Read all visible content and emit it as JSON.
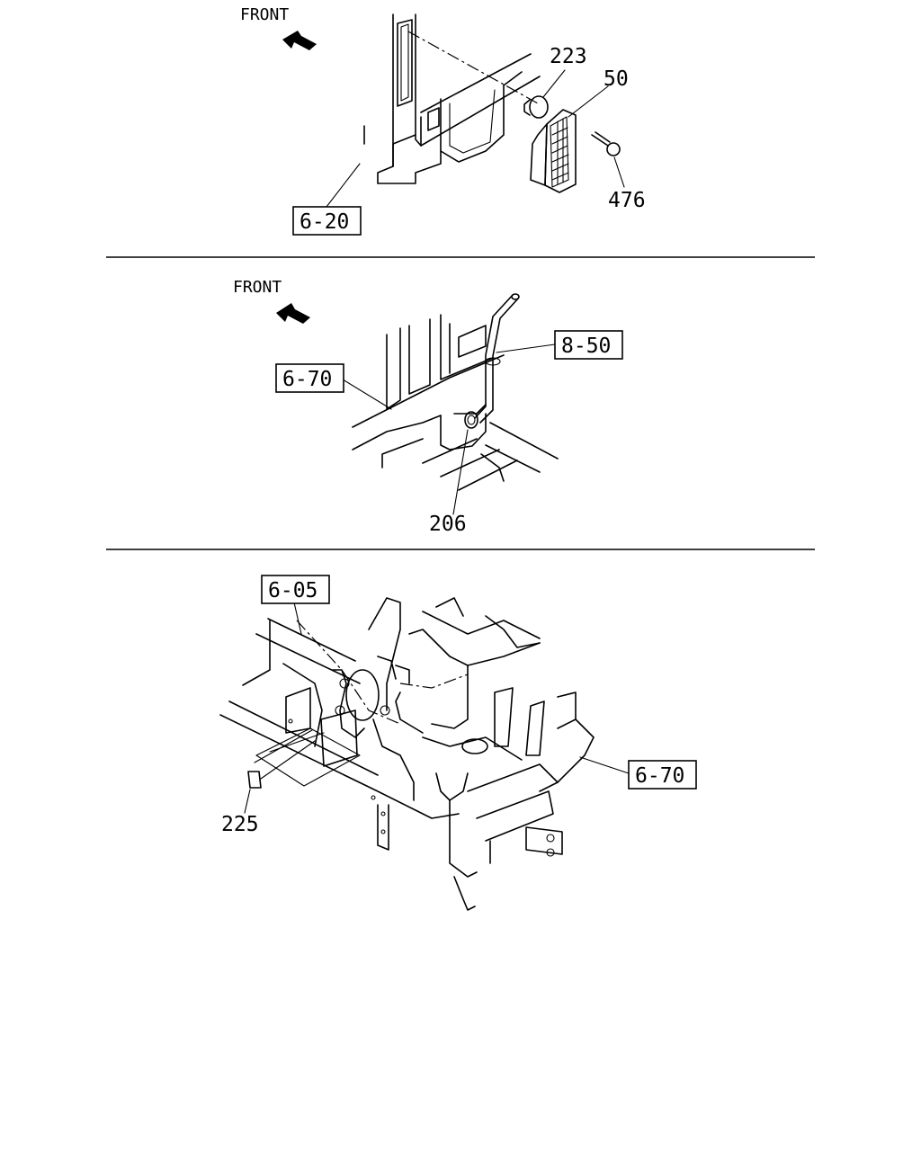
{
  "panels": [
    {
      "front_label": "FRONT",
      "callouts": [
        "223",
        "50",
        "476"
      ],
      "ref_boxes": [
        "6-20"
      ]
    },
    {
      "front_label": "FRONT",
      "callouts": [
        "206"
      ],
      "ref_boxes": [
        "6-70",
        "8-50"
      ]
    },
    {
      "front_label": "",
      "callouts": [
        "225"
      ],
      "ref_boxes": [
        "6-05",
        "6-70"
      ]
    }
  ]
}
